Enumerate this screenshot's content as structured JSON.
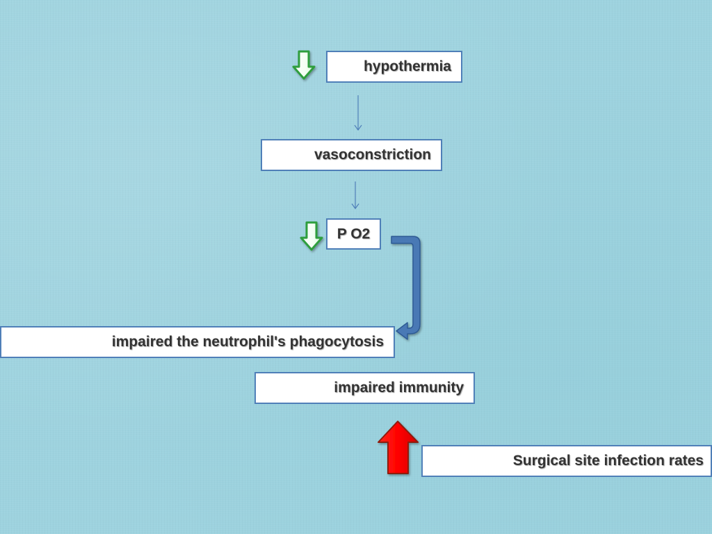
{
  "nodes": {
    "hypothermia": "hypothermia",
    "vasoconstriction": "vasoconstriction",
    "po2": "P O2",
    "phagocytosis": "impaired the neutrophil's phagocytosis",
    "immunity": "impaired immunity",
    "ssi": "Surgical site infection rates"
  },
  "indicators": [
    {
      "target": "hypothermia",
      "direction": "down",
      "icon": "green-down-arrow-icon",
      "color": "#2e9e3e"
    },
    {
      "target": "po2",
      "direction": "down",
      "icon": "green-down-arrow-icon",
      "color": "#2e9e3e"
    },
    {
      "target": "ssi",
      "direction": "up",
      "icon": "red-up-arrow-icon",
      "color": "#e30000"
    }
  ],
  "colors": {
    "background": "#9ed3df",
    "box_border": "#4f7fb8",
    "connector": "#4f7fb8",
    "text": "#333333"
  }
}
